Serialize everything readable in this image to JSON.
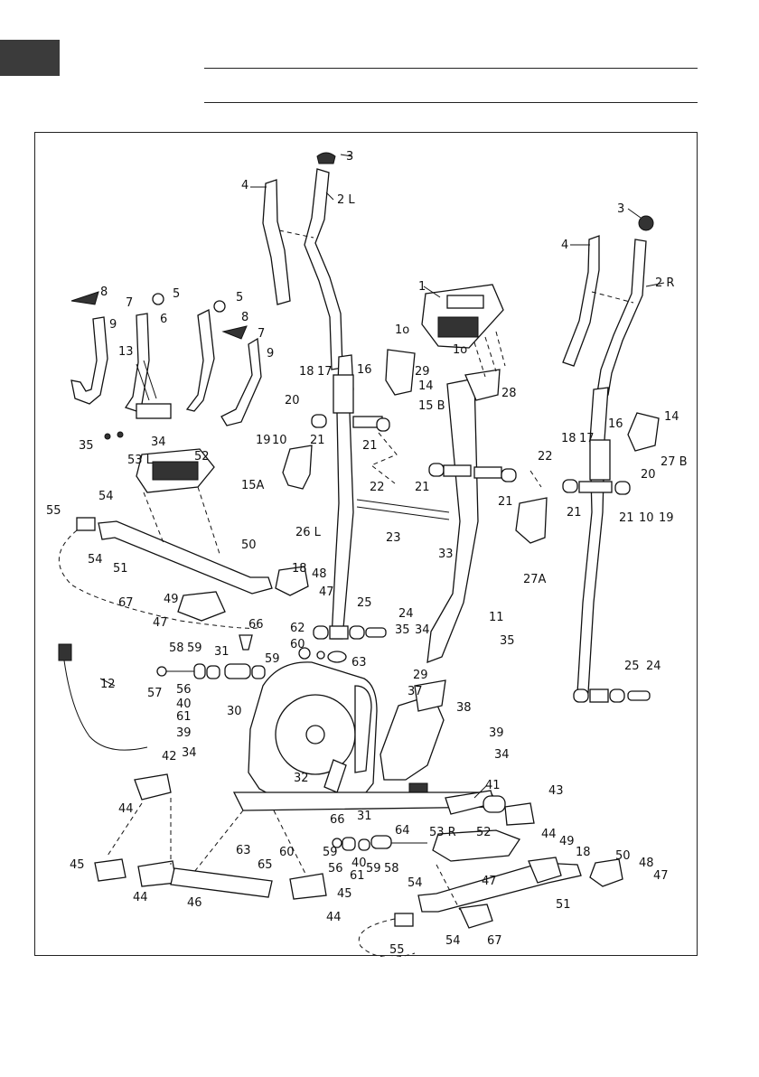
{
  "labels": [
    {
      "id": "p3a",
      "text": "3"
    },
    {
      "id": "p4a",
      "text": "4"
    },
    {
      "id": "p2l",
      "text": "2 L"
    },
    {
      "id": "p8a",
      "text": "8"
    },
    {
      "id": "p5a",
      "text": "5"
    },
    {
      "id": "p7a",
      "text": "7"
    },
    {
      "id": "p9a",
      "text": "9"
    },
    {
      "id": "p6",
      "text": "6"
    },
    {
      "id": "p5b",
      "text": "5"
    },
    {
      "id": "p8b",
      "text": "8"
    },
    {
      "id": "p7b",
      "text": "7"
    },
    {
      "id": "p9b",
      "text": "9"
    },
    {
      "id": "p13",
      "text": "13"
    },
    {
      "id": "p35a",
      "text": "35"
    },
    {
      "id": "p34a",
      "text": "34"
    },
    {
      "id": "p1",
      "text": "1"
    },
    {
      "id": "p1oa",
      "text": "1o"
    },
    {
      "id": "p1ob",
      "text": "1o"
    },
    {
      "id": "p29a",
      "text": "29"
    },
    {
      "id": "p28",
      "text": "28"
    },
    {
      "id": "p18a",
      "text": "18"
    },
    {
      "id": "p17a",
      "text": "17"
    },
    {
      "id": "p16a",
      "text": "16"
    },
    {
      "id": "p14a",
      "text": "14"
    },
    {
      "id": "p15b",
      "text": "15 B"
    },
    {
      "id": "p20a",
      "text": "20"
    },
    {
      "id": "p19a",
      "text": "19"
    },
    {
      "id": "p10a",
      "text": "10"
    },
    {
      "id": "p21a",
      "text": "21"
    },
    {
      "id": "p21b",
      "text": "21"
    },
    {
      "id": "p15a",
      "text": "15A"
    },
    {
      "id": "p22a",
      "text": "22"
    },
    {
      "id": "p21c",
      "text": "21"
    },
    {
      "id": "p23",
      "text": "23"
    },
    {
      "id": "p22b",
      "text": "22"
    },
    {
      "id": "p21d",
      "text": "21"
    },
    {
      "id": "p27a",
      "text": "27A"
    },
    {
      "id": "p33",
      "text": "33"
    },
    {
      "id": "p26l",
      "text": "26 L"
    },
    {
      "id": "p3b",
      "text": "3"
    },
    {
      "id": "p4b",
      "text": "4"
    },
    {
      "id": "p2r",
      "text": "2 R"
    },
    {
      "id": "p14b",
      "text": "14"
    },
    {
      "id": "p18b",
      "text": "18"
    },
    {
      "id": "p17b",
      "text": "17"
    },
    {
      "id": "p16b",
      "text": "16"
    },
    {
      "id": "p27b",
      "text": "27 B"
    },
    {
      "id": "p20b",
      "text": "20"
    },
    {
      "id": "p21e",
      "text": "21"
    },
    {
      "id": "p21f",
      "text": "21"
    },
    {
      "id": "p10b",
      "text": "10"
    },
    {
      "id": "p19b",
      "text": "19"
    },
    {
      "id": "p53l",
      "text": "53 L"
    },
    {
      "id": "p52a",
      "text": "52"
    },
    {
      "id": "p54a",
      "text": "54"
    },
    {
      "id": "p55a",
      "text": "55"
    },
    {
      "id": "p54b",
      "text": "54"
    },
    {
      "id": "p51a",
      "text": "51"
    },
    {
      "id": "p50a",
      "text": "50"
    },
    {
      "id": "p18c",
      "text": "18"
    },
    {
      "id": "p48a",
      "text": "48"
    },
    {
      "id": "p47a",
      "text": "47"
    },
    {
      "id": "p67a",
      "text": "67"
    },
    {
      "id": "p49a",
      "text": "49"
    },
    {
      "id": "p47b",
      "text": "47"
    },
    {
      "id": "p66a",
      "text": "66"
    },
    {
      "id": "p12",
      "text": "12"
    },
    {
      "id": "p58a",
      "text": "58"
    },
    {
      "id": "p59a",
      "text": "59"
    },
    {
      "id": "p31a",
      "text": "31"
    },
    {
      "id": "p59b",
      "text": "59"
    },
    {
      "id": "p57",
      "text": "57"
    },
    {
      "id": "p56a",
      "text": "56"
    },
    {
      "id": "p40a",
      "text": "40"
    },
    {
      "id": "p61a",
      "text": "61"
    },
    {
      "id": "p30",
      "text": "30"
    },
    {
      "id": "p60a",
      "text": "60"
    },
    {
      "id": "p62",
      "text": "62"
    },
    {
      "id": "p63a",
      "text": "63"
    },
    {
      "id": "p25a",
      "text": "25"
    },
    {
      "id": "p24a",
      "text": "24"
    },
    {
      "id": "p35b",
      "text": "35"
    },
    {
      "id": "p34b",
      "text": "34"
    },
    {
      "id": "p11",
      "text": "11"
    },
    {
      "id": "p35c",
      "text": "35"
    },
    {
      "id": "p29b",
      "text": "29"
    },
    {
      "id": "p25b",
      "text": "25"
    },
    {
      "id": "p24b",
      "text": "24"
    },
    {
      "id": "p37",
      "text": "37"
    },
    {
      "id": "p38",
      "text": "38"
    },
    {
      "id": "p39a",
      "text": "39"
    },
    {
      "id": "p34c",
      "text": "34"
    },
    {
      "id": "p39b",
      "text": "39"
    },
    {
      "id": "p34d",
      "text": "34"
    },
    {
      "id": "p42",
      "text": "42"
    },
    {
      "id": "p44a",
      "text": "44"
    },
    {
      "id": "p32",
      "text": "32"
    },
    {
      "id": "p41",
      "text": "41"
    },
    {
      "id": "p43",
      "text": "43"
    },
    {
      "id": "p44b",
      "text": "44"
    },
    {
      "id": "p66b",
      "text": "66"
    },
    {
      "id": "p31b",
      "text": "31"
    },
    {
      "id": "p64",
      "text": "64"
    },
    {
      "id": "p53r",
      "text": "53 R"
    },
    {
      "id": "p52b",
      "text": "52"
    },
    {
      "id": "p49b",
      "text": "49"
    },
    {
      "id": "p18d",
      "text": "18"
    },
    {
      "id": "p50b",
      "text": "50"
    },
    {
      "id": "p48b",
      "text": "48"
    },
    {
      "id": "p47c",
      "text": "47"
    },
    {
      "id": "p47d",
      "text": "47"
    },
    {
      "id": "p63b",
      "text": "63"
    },
    {
      "id": "p65",
      "text": "65"
    },
    {
      "id": "p60b",
      "text": "60"
    },
    {
      "id": "p59c",
      "text": "59"
    },
    {
      "id": "p56b",
      "text": "56"
    },
    {
      "id": "p40b",
      "text": "40"
    },
    {
      "id": "p61b",
      "text": "61"
    },
    {
      "id": "p59d",
      "text": "59"
    },
    {
      "id": "p58b",
      "text": "58"
    },
    {
      "id": "p45a",
      "text": "45"
    },
    {
      "id": "p44c",
      "text": "44"
    },
    {
      "id": "p46",
      "text": "46"
    },
    {
      "id": "p45b",
      "text": "45"
    },
    {
      "id": "p44d",
      "text": "44"
    },
    {
      "id": "p54c",
      "text": "54"
    },
    {
      "id": "p51b",
      "text": "51"
    },
    {
      "id": "p55b",
      "text": "55"
    },
    {
      "id": "p54d",
      "text": "54"
    },
    {
      "id": "p67b",
      "text": "67"
    }
  ]
}
